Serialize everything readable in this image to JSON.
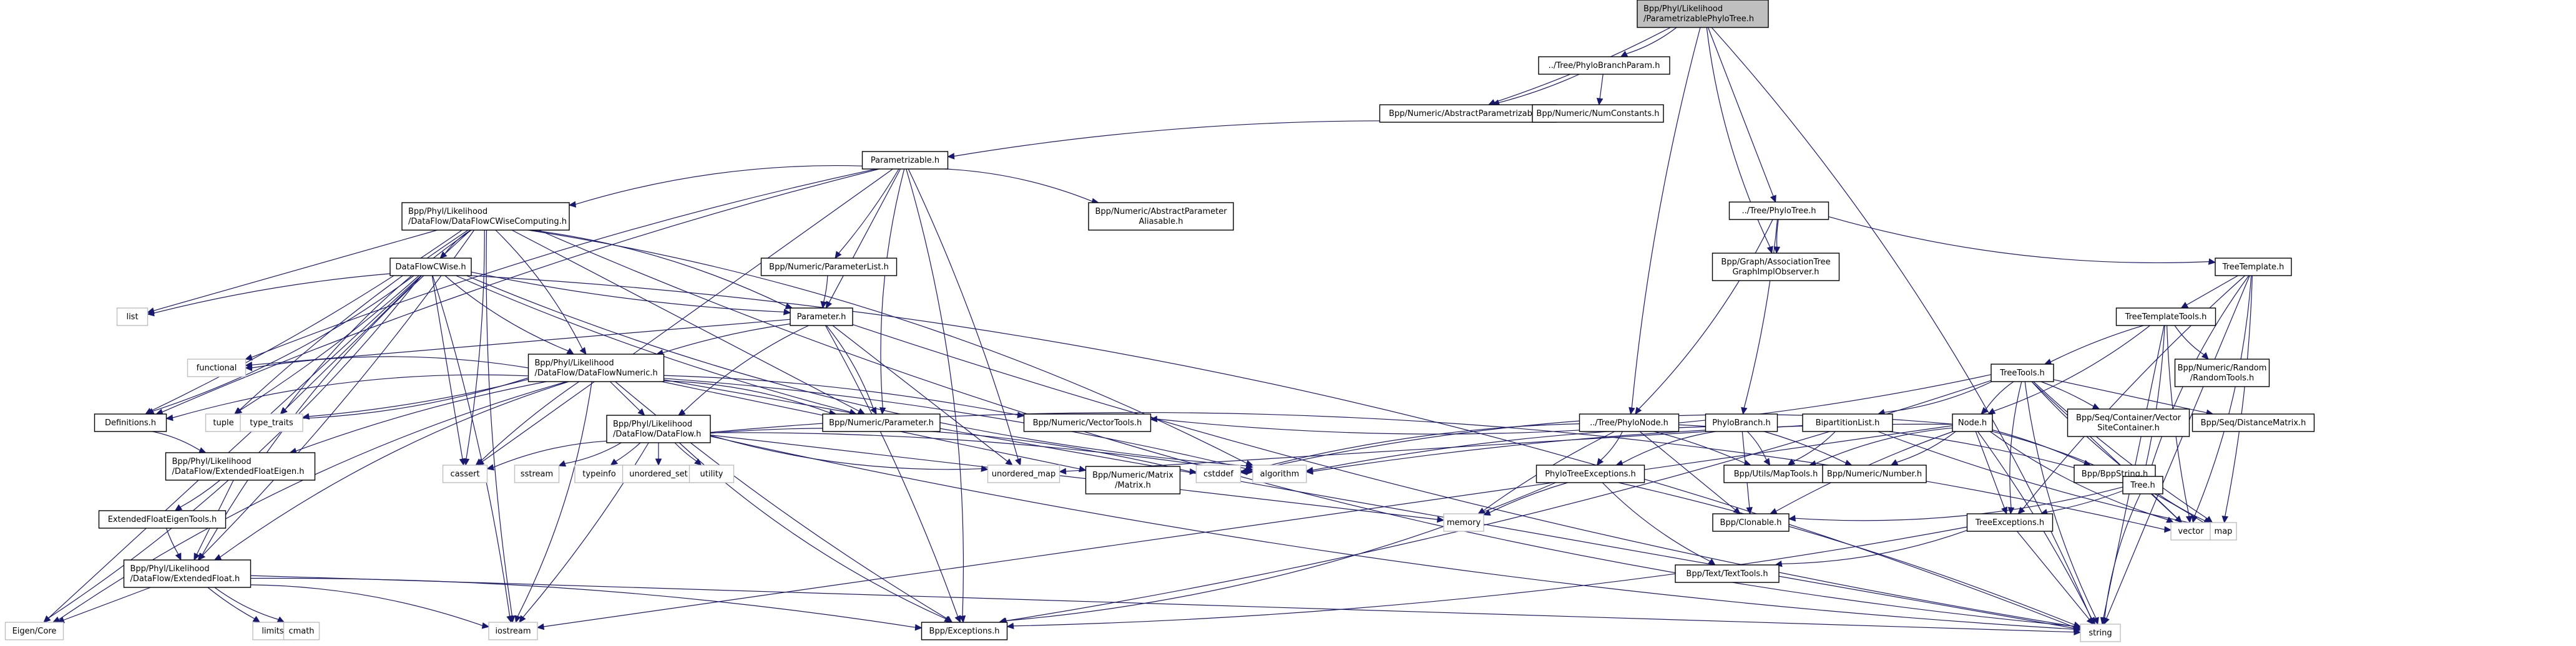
{
  "title": "Bpp/Phyl/Likelihood/ParametrizablePhyloTree.h",
  "colors": {
    "edge": "#191970",
    "root_fill": "#bfbfbf",
    "node_border": "#000000",
    "system_border": "#bfbfbf"
  },
  "nodes": [
    {
      "id": "root",
      "lines": [
        "Bpp/Phyl/Likelihood",
        "/ParametrizablePhyloTree.h"
      ],
      "kind": "root"
    },
    {
      "id": "pbp",
      "lines": [
        "../Tree/PhyloBranchParam.h"
      ],
      "kind": "file"
    },
    {
      "id": "absparam",
      "lines": [
        "Bpp/Numeric/AbstractParametrizable.h"
      ],
      "kind": "file"
    },
    {
      "id": "numconst",
      "lines": [
        "Bpp/Numeric/NumConstants.h"
      ],
      "kind": "file"
    },
    {
      "id": "parametrizable",
      "lines": [
        "Parametrizable.h"
      ],
      "kind": "file"
    },
    {
      "id": "dfcwc",
      "lines": [
        "Bpp/Phyl/Likelihood",
        "/DataFlow/DataFlowCWiseComputing.h"
      ],
      "kind": "file"
    },
    {
      "id": "apalias",
      "lines": [
        "Bpp/Numeric/AbstractParameter",
        "Aliasable.h"
      ],
      "kind": "file"
    },
    {
      "id": "phylotree",
      "lines": [
        "../Tree/PhyloTree.h"
      ],
      "kind": "file"
    },
    {
      "id": "assoc",
      "lines": [
        "Bpp/Graph/AssociationTree",
        "GraphImplObserver.h"
      ],
      "kind": "file"
    },
    {
      "id": "treetemplate",
      "lines": [
        "TreeTemplate.h"
      ],
      "kind": "file"
    },
    {
      "id": "dfcwise",
      "lines": [
        "DataFlowCWise.h"
      ],
      "kind": "file"
    },
    {
      "id": "paramlist",
      "lines": [
        "Bpp/Numeric/ParameterList.h"
      ],
      "kind": "file"
    },
    {
      "id": "list",
      "lines": [
        "list"
      ],
      "kind": "sys"
    },
    {
      "id": "parameter",
      "lines": [
        "Parameter.h"
      ],
      "kind": "file"
    },
    {
      "id": "ttt",
      "lines": [
        "TreeTemplateTools.h"
      ],
      "kind": "file"
    },
    {
      "id": "random",
      "lines": [
        "Bpp/Numeric/Random",
        "/RandomTools.h"
      ],
      "kind": "file"
    },
    {
      "id": "functional",
      "lines": [
        "functional"
      ],
      "kind": "sys"
    },
    {
      "id": "dfnum",
      "lines": [
        "Bpp/Phyl/Likelihood",
        "/DataFlow/DataFlowNumeric.h"
      ],
      "kind": "file"
    },
    {
      "id": "treetools",
      "lines": [
        "TreeTools.h"
      ],
      "kind": "file"
    },
    {
      "id": "definitions",
      "lines": [
        "Definitions.h"
      ],
      "kind": "file"
    },
    {
      "id": "tuple",
      "lines": [
        "tuple"
      ],
      "kind": "sys"
    },
    {
      "id": "typetraits",
      "lines": [
        "type_traits"
      ],
      "kind": "sys"
    },
    {
      "id": "numparam",
      "lines": [
        "Bpp/Numeric/Parameter.h"
      ],
      "kind": "file"
    },
    {
      "id": "vectortools",
      "lines": [
        "Bpp/Numeric/VectorTools.h"
      ],
      "kind": "file"
    },
    {
      "id": "phylonode",
      "lines": [
        "../Tree/PhyloNode.h"
      ],
      "kind": "file"
    },
    {
      "id": "phylobranch",
      "lines": [
        "PhyloBranch.h"
      ],
      "kind": "file"
    },
    {
      "id": "bipartition",
      "lines": [
        "BipartitionList.h"
      ],
      "kind": "file"
    },
    {
      "id": "node",
      "lines": [
        "Node.h"
      ],
      "kind": "file"
    },
    {
      "id": "vsc",
      "lines": [
        "Bpp/Seq/Container/Vector",
        "SiteContainer.h"
      ],
      "kind": "file"
    },
    {
      "id": "distmat",
      "lines": [
        "Bpp/Seq/DistanceMatrix.h"
      ],
      "kind": "file"
    },
    {
      "id": "dataflow",
      "lines": [
        "Bpp/Phyl/Likelihood",
        "/DataFlow/DataFlow.h"
      ],
      "kind": "file"
    },
    {
      "id": "efeigen",
      "lines": [
        "Bpp/Phyl/Likelihood",
        "/DataFlow/ExtendedFloatEigen.h"
      ],
      "kind": "file"
    },
    {
      "id": "cassert",
      "lines": [
        "cassert"
      ],
      "kind": "sys"
    },
    {
      "id": "sstream",
      "lines": [
        "sstream"
      ],
      "kind": "sys"
    },
    {
      "id": "typeinfo",
      "lines": [
        "typeinfo"
      ],
      "kind": "sys"
    },
    {
      "id": "uset",
      "lines": [
        "unordered_set"
      ],
      "kind": "sys"
    },
    {
      "id": "utility",
      "lines": [
        "utility"
      ],
      "kind": "sys"
    },
    {
      "id": "umap",
      "lines": [
        "unordered_map"
      ],
      "kind": "sys"
    },
    {
      "id": "matrix",
      "lines": [
        "Bpp/Numeric/Matrix",
        "/Matrix.h"
      ],
      "kind": "file"
    },
    {
      "id": "cstddef",
      "lines": [
        "cstddef"
      ],
      "kind": "sys"
    },
    {
      "id": "algorithm",
      "lines": [
        "algorithm"
      ],
      "kind": "sys"
    },
    {
      "id": "phylotreeexc",
      "lines": [
        "PhyloTreeExceptions.h"
      ],
      "kind": "file"
    },
    {
      "id": "maptools",
      "lines": [
        "Bpp/Utils/MapTools.h"
      ],
      "kind": "file"
    },
    {
      "id": "number",
      "lines": [
        "Bpp/Numeric/Number.h"
      ],
      "kind": "file"
    },
    {
      "id": "bppstring",
      "lines": [
        "Bpp/BppString.h"
      ],
      "kind": "file"
    },
    {
      "id": "tree",
      "lines": [
        "Tree.h"
      ],
      "kind": "file"
    },
    {
      "id": "efeigentools",
      "lines": [
        "ExtendedFloatEigenTools.h"
      ],
      "kind": "file"
    },
    {
      "id": "memory",
      "lines": [
        "memory"
      ],
      "kind": "sys"
    },
    {
      "id": "clonable",
      "lines": [
        "Bpp/Clonable.h"
      ],
      "kind": "file"
    },
    {
      "id": "treeexc",
      "lines": [
        "TreeExceptions.h"
      ],
      "kind": "file"
    },
    {
      "id": "vector",
      "lines": [
        "vector"
      ],
      "kind": "sys"
    },
    {
      "id": "map",
      "lines": [
        "map"
      ],
      "kind": "sys"
    },
    {
      "id": "extfloat",
      "lines": [
        "Bpp/Phyl/Likelihood",
        "/DataFlow/ExtendedFloat.h"
      ],
      "kind": "file"
    },
    {
      "id": "texttools",
      "lines": [
        "Bpp/Text/TextTools.h"
      ],
      "kind": "file"
    },
    {
      "id": "eigencore",
      "lines": [
        "Eigen/Core"
      ],
      "kind": "sys"
    },
    {
      "id": "limits",
      "lines": [
        "limits"
      ],
      "kind": "sys"
    },
    {
      "id": "cmath",
      "lines": [
        "cmath"
      ],
      "kind": "sys"
    },
    {
      "id": "iostream",
      "lines": [
        "iostream"
      ],
      "kind": "sys"
    },
    {
      "id": "exceptions",
      "lines": [
        "Bpp/Exceptions.h"
      ],
      "kind": "file"
    },
    {
      "id": "string",
      "lines": [
        "string"
      ],
      "kind": "sys"
    }
  ],
  "edges": [
    [
      "root",
      "pbp"
    ],
    [
      "root",
      "absparam"
    ],
    [
      "root",
      "phylotree"
    ],
    [
      "root",
      "phylonode"
    ],
    [
      "root",
      "assoc"
    ],
    [
      "root",
      "string"
    ],
    [
      "pbp",
      "absparam"
    ],
    [
      "pbp",
      "numconst"
    ],
    [
      "absparam",
      "parametrizable"
    ],
    [
      "parametrizable",
      "dfcwc"
    ],
    [
      "parametrizable",
      "apalias"
    ],
    [
      "parametrizable",
      "paramlist"
    ],
    [
      "parametrizable",
      "parameter"
    ],
    [
      "parametrizable",
      "definitions"
    ],
    [
      "parametrizable",
      "numparam"
    ],
    [
      "parametrizable",
      "exceptions"
    ],
    [
      "parametrizable",
      "umap"
    ],
    [
      "parametrizable",
      "cassert"
    ],
    [
      "parametrizable",
      "functional"
    ],
    [
      "dfcwc",
      "dfcwise"
    ],
    [
      "dfcwc",
      "dfnum"
    ],
    [
      "dfcwc",
      "definitions"
    ],
    [
      "dfcwc",
      "list"
    ],
    [
      "dfcwc",
      "tuple"
    ],
    [
      "dfcwc",
      "typetraits"
    ],
    [
      "dfcwc",
      "parameter"
    ],
    [
      "dfcwc",
      "extfloat"
    ],
    [
      "dfcwc",
      "eigencore"
    ],
    [
      "dfcwc",
      "iostream"
    ],
    [
      "dfcwc",
      "string"
    ],
    [
      "dfcwc",
      "algorithm"
    ],
    [
      "dfcwc",
      "cassert"
    ],
    [
      "dfcwc",
      "numparam"
    ],
    [
      "dfcwise",
      "list"
    ],
    [
      "dfcwise",
      "dfnum"
    ],
    [
      "dfcwise",
      "definitions"
    ],
    [
      "dfcwise",
      "tuple"
    ],
    [
      "dfcwise",
      "typetraits"
    ],
    [
      "dfcwise",
      "parameter"
    ],
    [
      "dfcwise",
      "extfloat"
    ],
    [
      "dfcwise",
      "eigencore"
    ],
    [
      "dfcwise",
      "iostream"
    ],
    [
      "dfcwise",
      "cassert"
    ],
    [
      "dfcwise",
      "numparam"
    ],
    [
      "dfcwise",
      "algorithm"
    ],
    [
      "dfcwise",
      "string"
    ],
    [
      "paramlist",
      "parameter"
    ],
    [
      "parameter",
      "functional"
    ],
    [
      "parameter",
      "dfnum"
    ],
    [
      "parameter",
      "dataflow"
    ],
    [
      "parameter",
      "numparam"
    ],
    [
      "parameter",
      "exceptions"
    ],
    [
      "parameter",
      "umap"
    ],
    [
      "parameter",
      "string"
    ],
    [
      "dfnum",
      "definitions"
    ],
    [
      "dfnum",
      "tuple"
    ],
    [
      "dfnum",
      "typetraits"
    ],
    [
      "dfnum",
      "dataflow"
    ],
    [
      "dfnum",
      "efeigen"
    ],
    [
      "dfnum",
      "extfloat"
    ],
    [
      "dfnum",
      "numparam"
    ],
    [
      "dfnum",
      "vectortools"
    ],
    [
      "dfnum",
      "matrix"
    ],
    [
      "dfnum",
      "cassert"
    ],
    [
      "dfnum",
      "eigencore"
    ],
    [
      "dfnum",
      "iostream"
    ],
    [
      "dfnum",
      "algorithm"
    ],
    [
      "dfnum",
      "string"
    ],
    [
      "dfnum",
      "exceptions"
    ],
    [
      "dfnum",
      "functional"
    ],
    [
      "definitions",
      "efeigen"
    ],
    [
      "efeigen",
      "efeigentools"
    ],
    [
      "efeigen",
      "extfloat"
    ],
    [
      "efeigentools",
      "extfloat"
    ],
    [
      "dataflow",
      "cassert"
    ],
    [
      "dataflow",
      "sstream"
    ],
    [
      "dataflow",
      "typeinfo"
    ],
    [
      "dataflow",
      "uset"
    ],
    [
      "dataflow",
      "utility"
    ],
    [
      "dataflow",
      "umap"
    ],
    [
      "dataflow",
      "cstddef"
    ],
    [
      "dataflow",
      "iostream"
    ],
    [
      "dataflow",
      "memory"
    ],
    [
      "dataflow",
      "string"
    ],
    [
      "dataflow",
      "exceptions"
    ],
    [
      "dataflow",
      "vector"
    ],
    [
      "dataflow",
      "algorithm"
    ],
    [
      "extfloat",
      "eigencore"
    ],
    [
      "extfloat",
      "limits"
    ],
    [
      "extfloat",
      "cmath"
    ],
    [
      "extfloat",
      "iostream"
    ],
    [
      "extfloat",
      "exceptions"
    ],
    [
      "extfloat",
      "string"
    ],
    [
      "phylotree",
      "assoc"
    ],
    [
      "phylotree",
      "treetemplate"
    ],
    [
      "phylotree",
      "phylonode"
    ],
    [
      "phylotree",
      "phylobranch"
    ],
    [
      "treetemplate",
      "ttt"
    ],
    [
      "treetemplate",
      "treeexc"
    ],
    [
      "treetemplate",
      "tree"
    ],
    [
      "treetemplate",
      "vector"
    ],
    [
      "treetemplate",
      "map"
    ],
    [
      "treetemplate",
      "string"
    ],
    [
      "ttt",
      "treetools"
    ],
    [
      "ttt",
      "random"
    ],
    [
      "ttt",
      "node"
    ],
    [
      "ttt",
      "tree"
    ],
    [
      "ttt",
      "string"
    ],
    [
      "ttt",
      "vector"
    ],
    [
      "treetools",
      "node"
    ],
    [
      "treetools",
      "bipartition"
    ],
    [
      "treetools",
      "vsc"
    ],
    [
      "treetools",
      "distmat"
    ],
    [
      "treetools",
      "tree"
    ],
    [
      "treetools",
      "treeexc"
    ],
    [
      "treetools",
      "vectortools"
    ],
    [
      "treetools",
      "exceptions"
    ],
    [
      "treetools",
      "vector"
    ],
    [
      "treetools",
      "map"
    ],
    [
      "treetools",
      "string"
    ],
    [
      "phylonode",
      "phylotreeexc"
    ],
    [
      "phylonode",
      "maptools"
    ],
    [
      "phylonode",
      "clonable"
    ],
    [
      "phylonode",
      "memory"
    ],
    [
      "phylobranch",
      "phylotreeexc"
    ],
    [
      "phylobranch",
      "maptools"
    ],
    [
      "phylobranch",
      "number"
    ],
    [
      "phylobranch",
      "clonable"
    ],
    [
      "phylobranch",
      "algorithm"
    ],
    [
      "phylobranch",
      "cstddef"
    ],
    [
      "bipartition",
      "maptools"
    ],
    [
      "bipartition",
      "tree"
    ],
    [
      "bipartition",
      "umap"
    ],
    [
      "bipartition",
      "map"
    ],
    [
      "node",
      "maptools"
    ],
    [
      "node",
      "number"
    ],
    [
      "node",
      "bppstring"
    ],
    [
      "node",
      "treeexc"
    ],
    [
      "node",
      "clonable"
    ],
    [
      "node",
      "vector"
    ],
    [
      "node",
      "map"
    ],
    [
      "node",
      "string"
    ],
    [
      "node",
      "iostream"
    ],
    [
      "node",
      "algorithm"
    ],
    [
      "node",
      "cstddef"
    ],
    [
      "tree",
      "clonable"
    ],
    [
      "tree",
      "treeexc"
    ],
    [
      "tree",
      "vector"
    ],
    [
      "tree",
      "map"
    ],
    [
      "tree",
      "string"
    ],
    [
      "treeexc",
      "texttools"
    ],
    [
      "treeexc",
      "exceptions"
    ],
    [
      "treeexc",
      "string"
    ],
    [
      "phylotreeexc",
      "memory"
    ],
    [
      "phylotreeexc",
      "texttools"
    ],
    [
      "phylotreeexc",
      "exceptions"
    ],
    [
      "phylotreeexc",
      "string"
    ]
  ]
}
